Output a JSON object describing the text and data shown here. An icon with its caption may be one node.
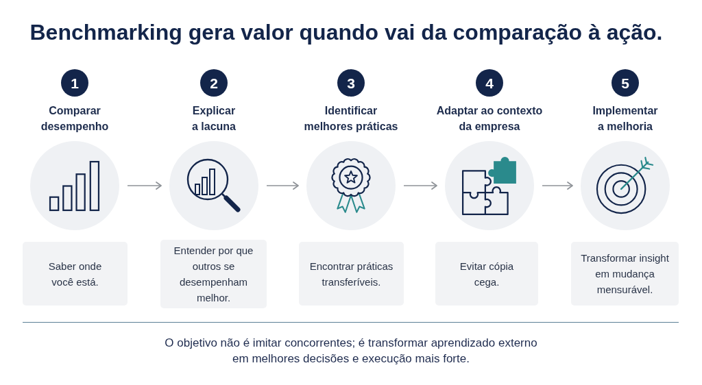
{
  "diagram": {
    "title": "Benchmarking gera valor quando vai da comparação à ação.",
    "nodes": [
      {
        "text": [
          "1"
        ]
      },
      {
        "text": [],
        "shape": "circle",
        "beside": [
          "Comparar desempenho"
        ]
      },
      {
        "text": [
          "Saber onde você está."
        ]
      },
      {
        "text": [
          "2"
        ]
      },
      {
        "text": [],
        "shape": "circle",
        "beside": [
          "Explicar a lacuna"
        ]
      },
      {
        "text": [
          "Entender por que outros se desempenham melhor."
        ]
      },
      {
        "text": [
          "3"
        ]
      },
      {
        "text": [],
        "shape": "circle",
        "beside": [
          "Identificar melhores práticas"
        ]
      },
      {
        "text": [
          "Encontrar práticas transferíveis."
        ]
      },
      {
        "text": [
          "4"
        ]
      },
      {
        "text": [],
        "shape": "circle",
        "beside": [
          "Adaptar ao contexto da empresa"
        ]
      },
      {
        "text": [
          "Evitar cópia cega."
        ]
      },
      {
        "text": [
          "5"
        ]
      },
      {
        "text": [],
        "shape": "circle",
        "beside": [
          "Implementar a melhoria"
        ]
      },
      {
        "text": [
          "Transformar insight em mudança mensurável."
        ]
      }
    ],
    "edges": [
      {
        "from": 1,
        "to": 4,
        "arrow": "to"
      },
      {
        "from": 4,
        "to": 7,
        "arrow": "to"
      },
      {
        "from": 7,
        "to": 10,
        "arrow": "to"
      },
      {
        "from": 10,
        "to": 13,
        "arrow": "to"
      }
    ],
    "caption": "O objetivo não é imitar concorrentes; é transformar aprendizado externo em melhores decisões e execução mais forte."
  }
}
